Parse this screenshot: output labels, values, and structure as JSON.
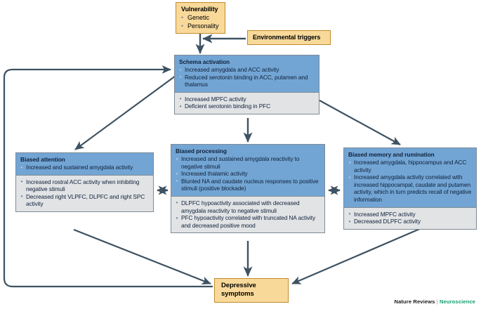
{
  "figure": {
    "credit_publisher": "Nature Reviews",
    "credit_separator": "|",
    "credit_journal": "Neuroscience"
  },
  "nodes": {
    "vulnerability": {
      "title": "Vulnerability",
      "items": [
        "Genetic",
        "Personality"
      ],
      "color": "#f8d99a"
    },
    "environmental_triggers": {
      "title": "Environmental triggers",
      "color": "#f8d99a"
    },
    "depressive_symptoms": {
      "title": "Depressive symptoms",
      "color": "#f8d99a"
    },
    "schema_activation": {
      "title": "Schema activation",
      "top_items": [
        "Increased amygdala and ACC activity",
        "Reduced serotonin binding in ACC, putamen and thalamus"
      ],
      "bottom_items": [
        "Increased MPFC activity",
        "Deficient serotonin binding in PFC"
      ],
      "top_color": "#72a5d4",
      "bottom_color": "#e1e3e5"
    },
    "biased_attention": {
      "title": "Biased attention",
      "top_items": [
        "Increased and sustained amygdala activity"
      ],
      "bottom_items": [
        "Increased rostral ACC activity when inhibiting negative stimuli",
        "Decreased right VLPFC, DLPFC and right SPC activity"
      ],
      "top_color": "#72a5d4",
      "bottom_color": "#e1e3e5"
    },
    "biased_processing": {
      "title": "Biased processing",
      "top_items": [
        "Increased and sustained amygdala reactivity to negative stimuli",
        "Increased thalamic activity",
        "Blunted NA and caudate nucleus responses to positive stimuli (positive blockade)"
      ],
      "bottom_items": [
        "DLPFC hypoactivity associated with decreased amygdala reactivity to negative stimuli",
        "PFC hypoactivity correlated with truncated NA activity and decreased positive mood"
      ],
      "top_color": "#72a5d4",
      "bottom_color": "#e1e3e5"
    },
    "biased_memory": {
      "title": "Biased memory and rumination",
      "top_items": [
        "Increased amygdala, hippocampus and ACC activity",
        "Increased amygdala activity correlated with increased hippocampal, caudate and putamen activity, which in turn predicts recall of negative information"
      ],
      "bottom_items": [
        "Increased MPFC activity",
        "Decreased DLPFC activity"
      ],
      "top_color": "#72a5d4",
      "bottom_color": "#e1e3e5"
    }
  },
  "edges": [
    {
      "name": "vulnerability-to-schema",
      "from": "vulnerability",
      "to": "schema_activation",
      "direction": "one-way"
    },
    {
      "name": "environmental-triggers-to-vulnerability-path",
      "from": "environmental_triggers",
      "to": "schema_activation",
      "direction": "one-way"
    },
    {
      "name": "schema-to-biased-attention",
      "from": "schema_activation",
      "to": "biased_attention",
      "direction": "one-way"
    },
    {
      "name": "schema-to-biased-processing",
      "from": "schema_activation",
      "to": "biased_processing",
      "direction": "one-way"
    },
    {
      "name": "schema-to-biased-memory",
      "from": "schema_activation",
      "to": "biased_memory",
      "direction": "one-way"
    },
    {
      "name": "attention-processing-link",
      "from": "biased_attention",
      "to": "biased_processing",
      "direction": "two-way"
    },
    {
      "name": "processing-memory-link",
      "from": "biased_processing",
      "to": "biased_memory",
      "direction": "two-way"
    },
    {
      "name": "attention-to-symptoms",
      "from": "biased_attention",
      "to": "depressive_symptoms",
      "direction": "one-way"
    },
    {
      "name": "processing-to-symptoms",
      "from": "biased_processing",
      "to": "depressive_symptoms",
      "direction": "one-way"
    },
    {
      "name": "memory-to-symptoms",
      "from": "biased_memory",
      "to": "depressive_symptoms",
      "direction": "one-way"
    },
    {
      "name": "symptoms-feedback-to-schema",
      "from": "depressive_symptoms",
      "to": "schema_activation",
      "direction": "one-way"
    }
  ],
  "colors": {
    "arrow": "#3d5262",
    "blue_header": "#72a5d4",
    "grey_body": "#e1e3e5",
    "tan": "#f8d99a",
    "tan_border": "#c08b2e",
    "box_border": "#7e8a96"
  }
}
